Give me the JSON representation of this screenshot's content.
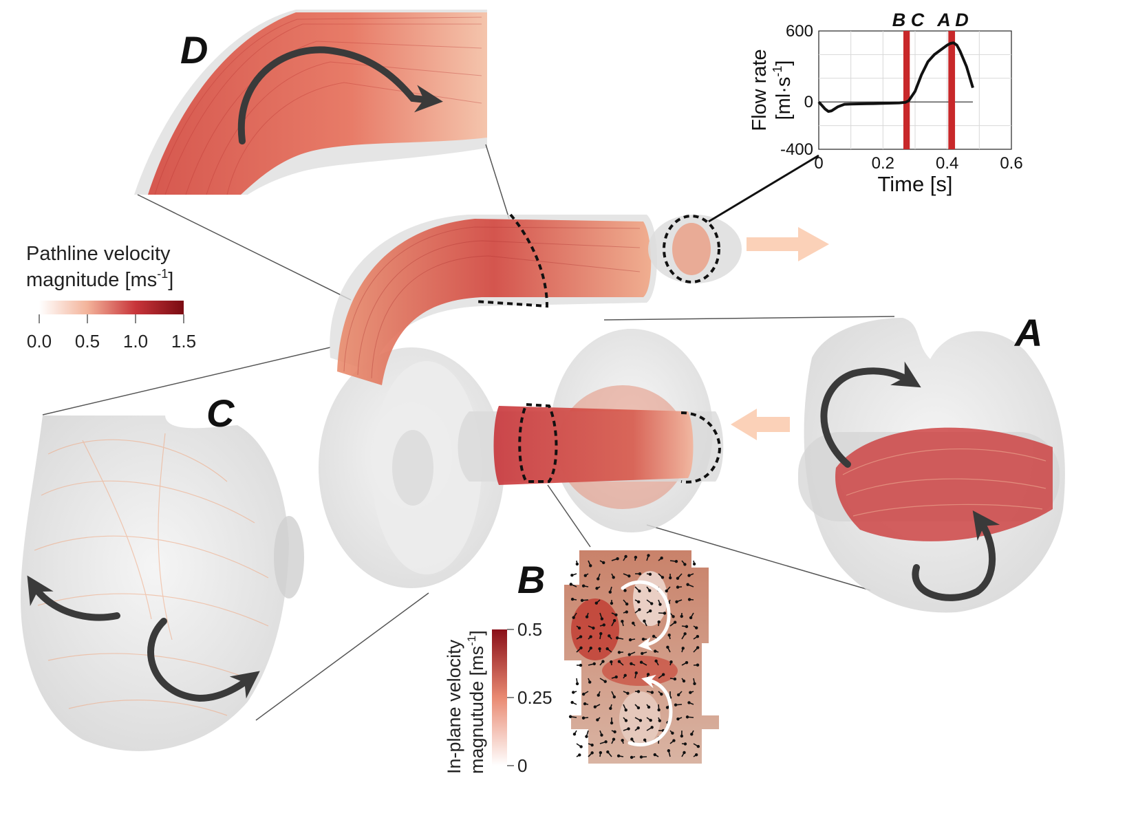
{
  "panels": {
    "A": "A",
    "B": "B",
    "C": "C",
    "D": "D"
  },
  "pathline_colorbar": {
    "title_line1": "Pathline velocity",
    "title_line2_main": "magnitude [ms",
    "title_line2_sup": "-1",
    "title_line2_end": "]",
    "ticks": [
      "0.0",
      "0.5",
      "1.0",
      "1.5"
    ],
    "tick_values": [
      0.0,
      0.5,
      1.0,
      1.5
    ],
    "range": [
      0.0,
      1.5
    ],
    "colors": [
      "#ffffff",
      "#f3b39a",
      "#c8353a",
      "#7a0b12"
    ]
  },
  "inplane_colorbar": {
    "title_line1": "In-plane velocity",
    "title_line2_main": "magnutude [ms",
    "title_line2_sup": "-1",
    "title_line2_end": "]",
    "ticks": [
      "0",
      "0.25",
      "0.5"
    ],
    "tick_values": [
      0,
      0.25,
      0.5
    ],
    "range": [
      0,
      0.5
    ],
    "colors": [
      "#ffffff",
      "#e98a72",
      "#8a0f18"
    ]
  },
  "chart_data": {
    "type": "line",
    "xlabel": "Time [s]",
    "ylabel_line1": "Flow rate",
    "ylabel_line2_main": "[ml·s",
    "ylabel_line2_sup": "-1",
    "ylabel_line2_end": "]",
    "xlim": [
      0,
      0.6
    ],
    "ylim": [
      -400,
      600
    ],
    "xticks": [
      0,
      0.2,
      0.4,
      0.6
    ],
    "xtick_labels": [
      "0",
      "0.2",
      "0.4",
      "0.6"
    ],
    "yticks": [
      -400,
      0,
      600
    ],
    "ytick_labels": [
      "-400",
      "0",
      "600"
    ],
    "grid": true,
    "x": [
      0,
      0.01,
      0.02,
      0.03,
      0.04,
      0.06,
      0.08,
      0.1,
      0.15,
      0.2,
      0.25,
      0.27,
      0.28,
      0.3,
      0.32,
      0.34,
      0.36,
      0.38,
      0.4,
      0.41,
      0.42,
      0.43,
      0.44,
      0.46,
      0.48
    ],
    "y": [
      0,
      -30,
      -60,
      -80,
      -75,
      -40,
      -20,
      -18,
      -15,
      -12,
      -8,
      -3,
      10,
      90,
      230,
      340,
      400,
      440,
      480,
      495,
      500,
      480,
      430,
      300,
      120
    ],
    "markers": [
      {
        "label": "B",
        "x": 0.27
      },
      {
        "label": "C",
        "x": 0.277
      },
      {
        "label": "A",
        "x": 0.41
      },
      {
        "label": "D",
        "x": 0.418
      }
    ],
    "marker_label_text": {
      "BC": "B C",
      "AD": "A D"
    }
  }
}
